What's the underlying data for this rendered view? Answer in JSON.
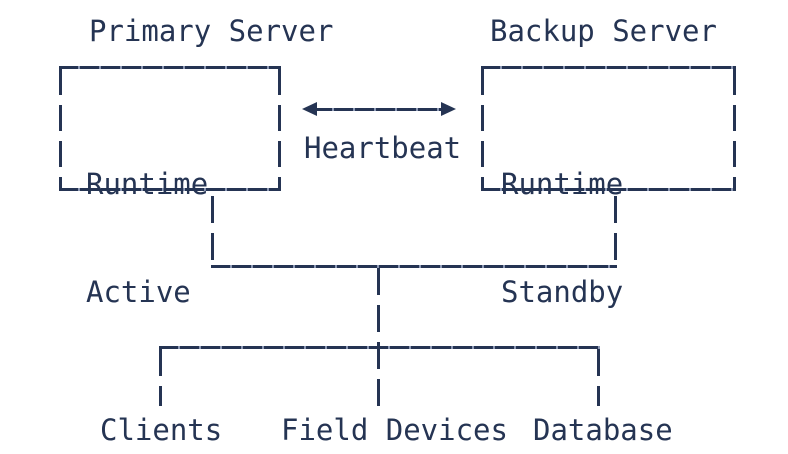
{
  "colors": {
    "ink": "#253453",
    "background": "#ffffff"
  },
  "diagram": {
    "primary_server": {
      "title": "Primary Server",
      "runtime_label": "Runtime",
      "state_label": "Active"
    },
    "backup_server": {
      "title": "Backup Server",
      "runtime_label": "Runtime",
      "state_label": "Standby"
    },
    "heartbeat": {
      "label": "Heartbeat",
      "arrow_icon": "left-right-arrow"
    },
    "connected_systems": {
      "clients": "Clients",
      "field_devices": "Field Devices",
      "database": "Database"
    }
  }
}
